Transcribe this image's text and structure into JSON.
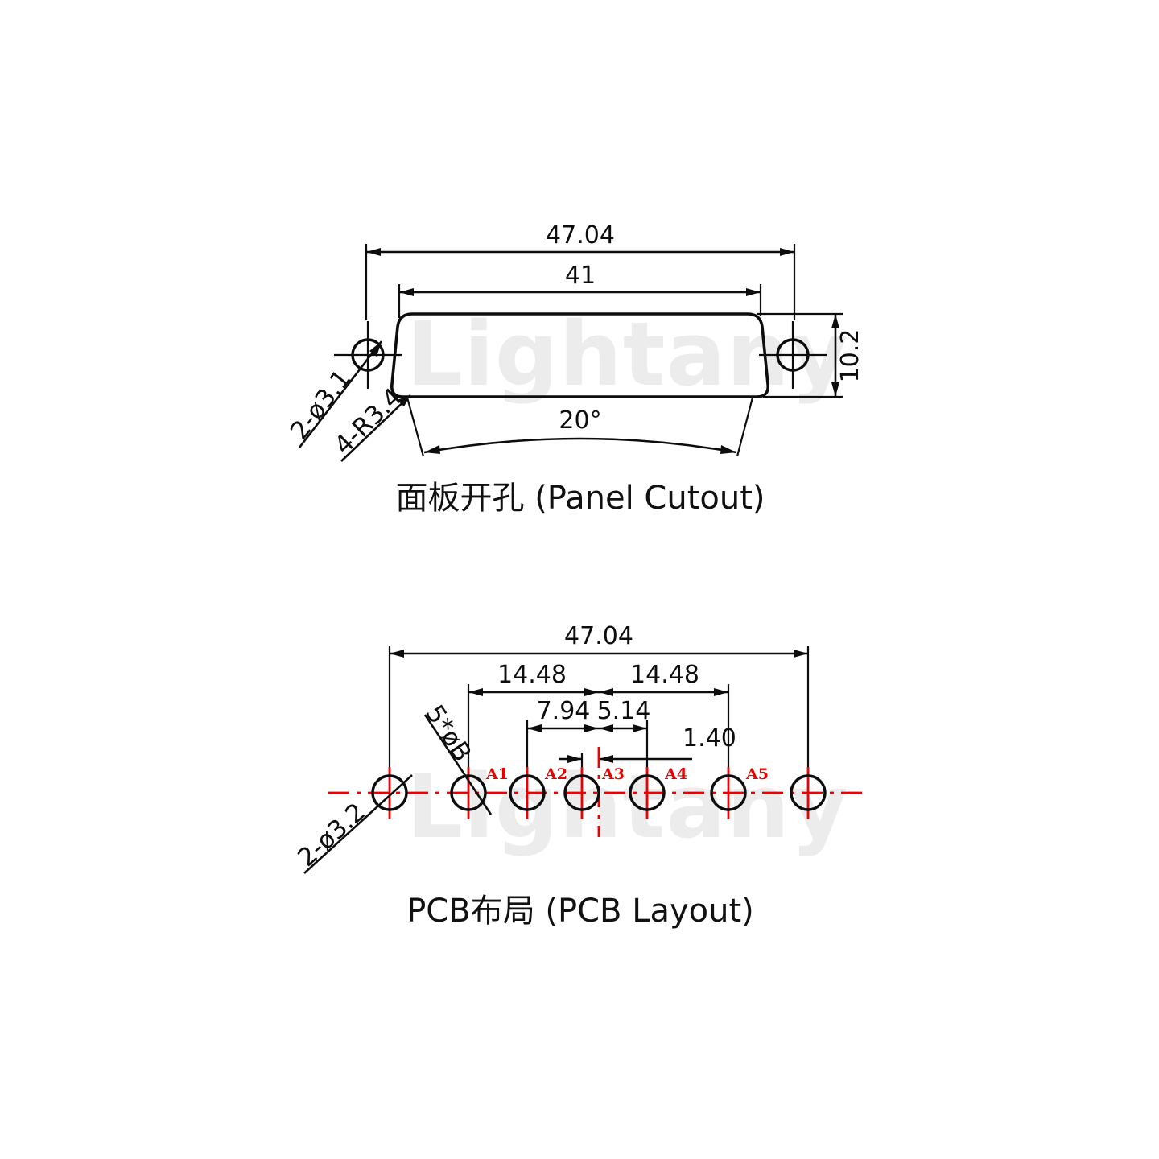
{
  "document": {
    "kind": "engineering-drawing",
    "watermark_text": "Lightany"
  },
  "panel_cutout": {
    "caption": "面板开孔 (Panel Cutout)",
    "dimensions": {
      "overall_width": "47.04",
      "cutout_width": "41",
      "height": "10.2",
      "angle": "20°"
    },
    "callouts": {
      "mounting_holes": "2-ø3.1",
      "corner_radius": "4-R3.4"
    }
  },
  "pcb_layout": {
    "caption": "PCB布局 (PCB Layout)",
    "dimensions": {
      "overall_width": "47.04",
      "left_span": "14.48",
      "right_span": "14.48",
      "inner_left": "7.94",
      "inner_right": "5.14",
      "small": "1.40"
    },
    "callouts": {
      "mounting_holes": "2-ø3.2",
      "signal_holes": "5*øB"
    },
    "pins": [
      {
        "label": "A1"
      },
      {
        "label": "A2"
      },
      {
        "label": "A3"
      },
      {
        "label": "A4"
      },
      {
        "label": "A5"
      }
    ]
  },
  "colors": {
    "line": "#0d0d0d",
    "centerline": "#ee0000",
    "watermark": "#ececec"
  }
}
